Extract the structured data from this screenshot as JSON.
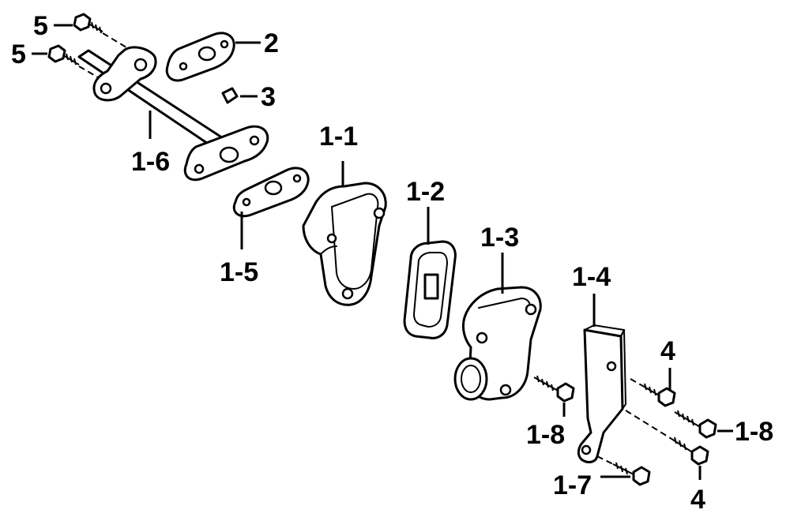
{
  "labels": {
    "c1_1": "1-1",
    "c1_2": "1-2",
    "c1_3": "1-3",
    "c1_4": "1-4",
    "c1_5": "1-5",
    "c1_6": "1-6",
    "c1_7": "1-7",
    "c1_8a": "1-8",
    "c1_8b": "1-8",
    "c2": "2",
    "c3": "3",
    "c4a": "4",
    "c4b": "4",
    "c5a": "5",
    "c5b": "5"
  }
}
